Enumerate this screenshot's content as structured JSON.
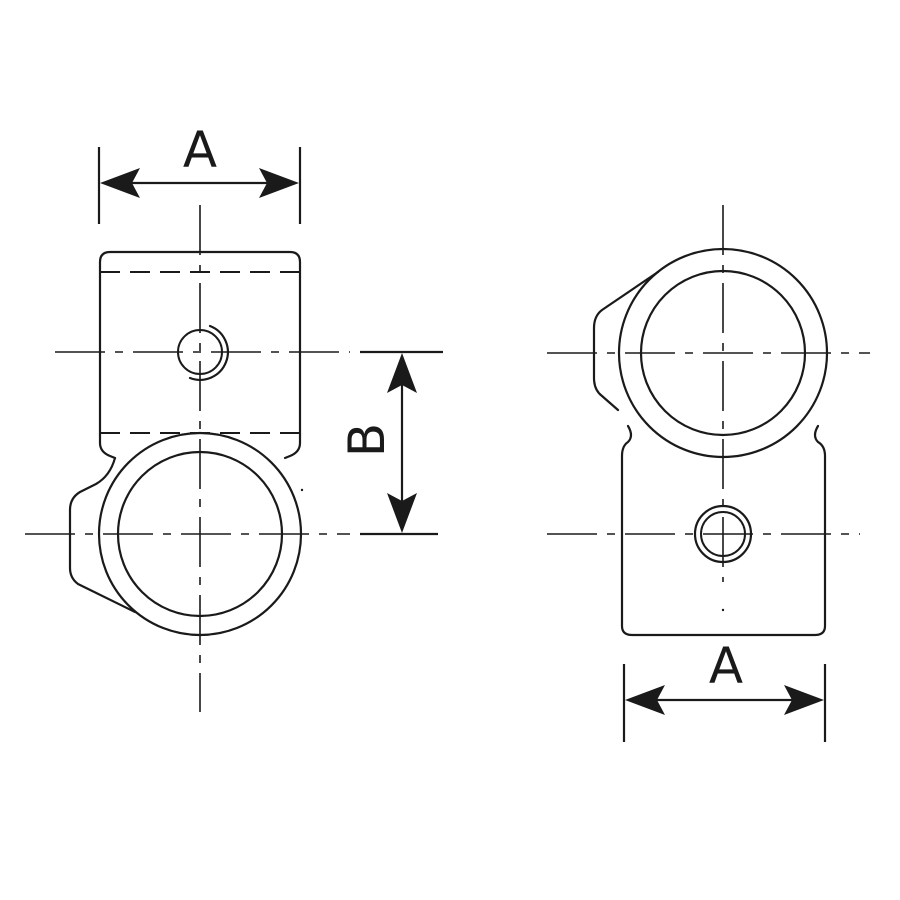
{
  "dimensions": {
    "left_width": "A",
    "center_distance": "B",
    "right_width": "A"
  },
  "colors": {
    "line": "#1a1a1a",
    "background": "#ffffff"
  }
}
